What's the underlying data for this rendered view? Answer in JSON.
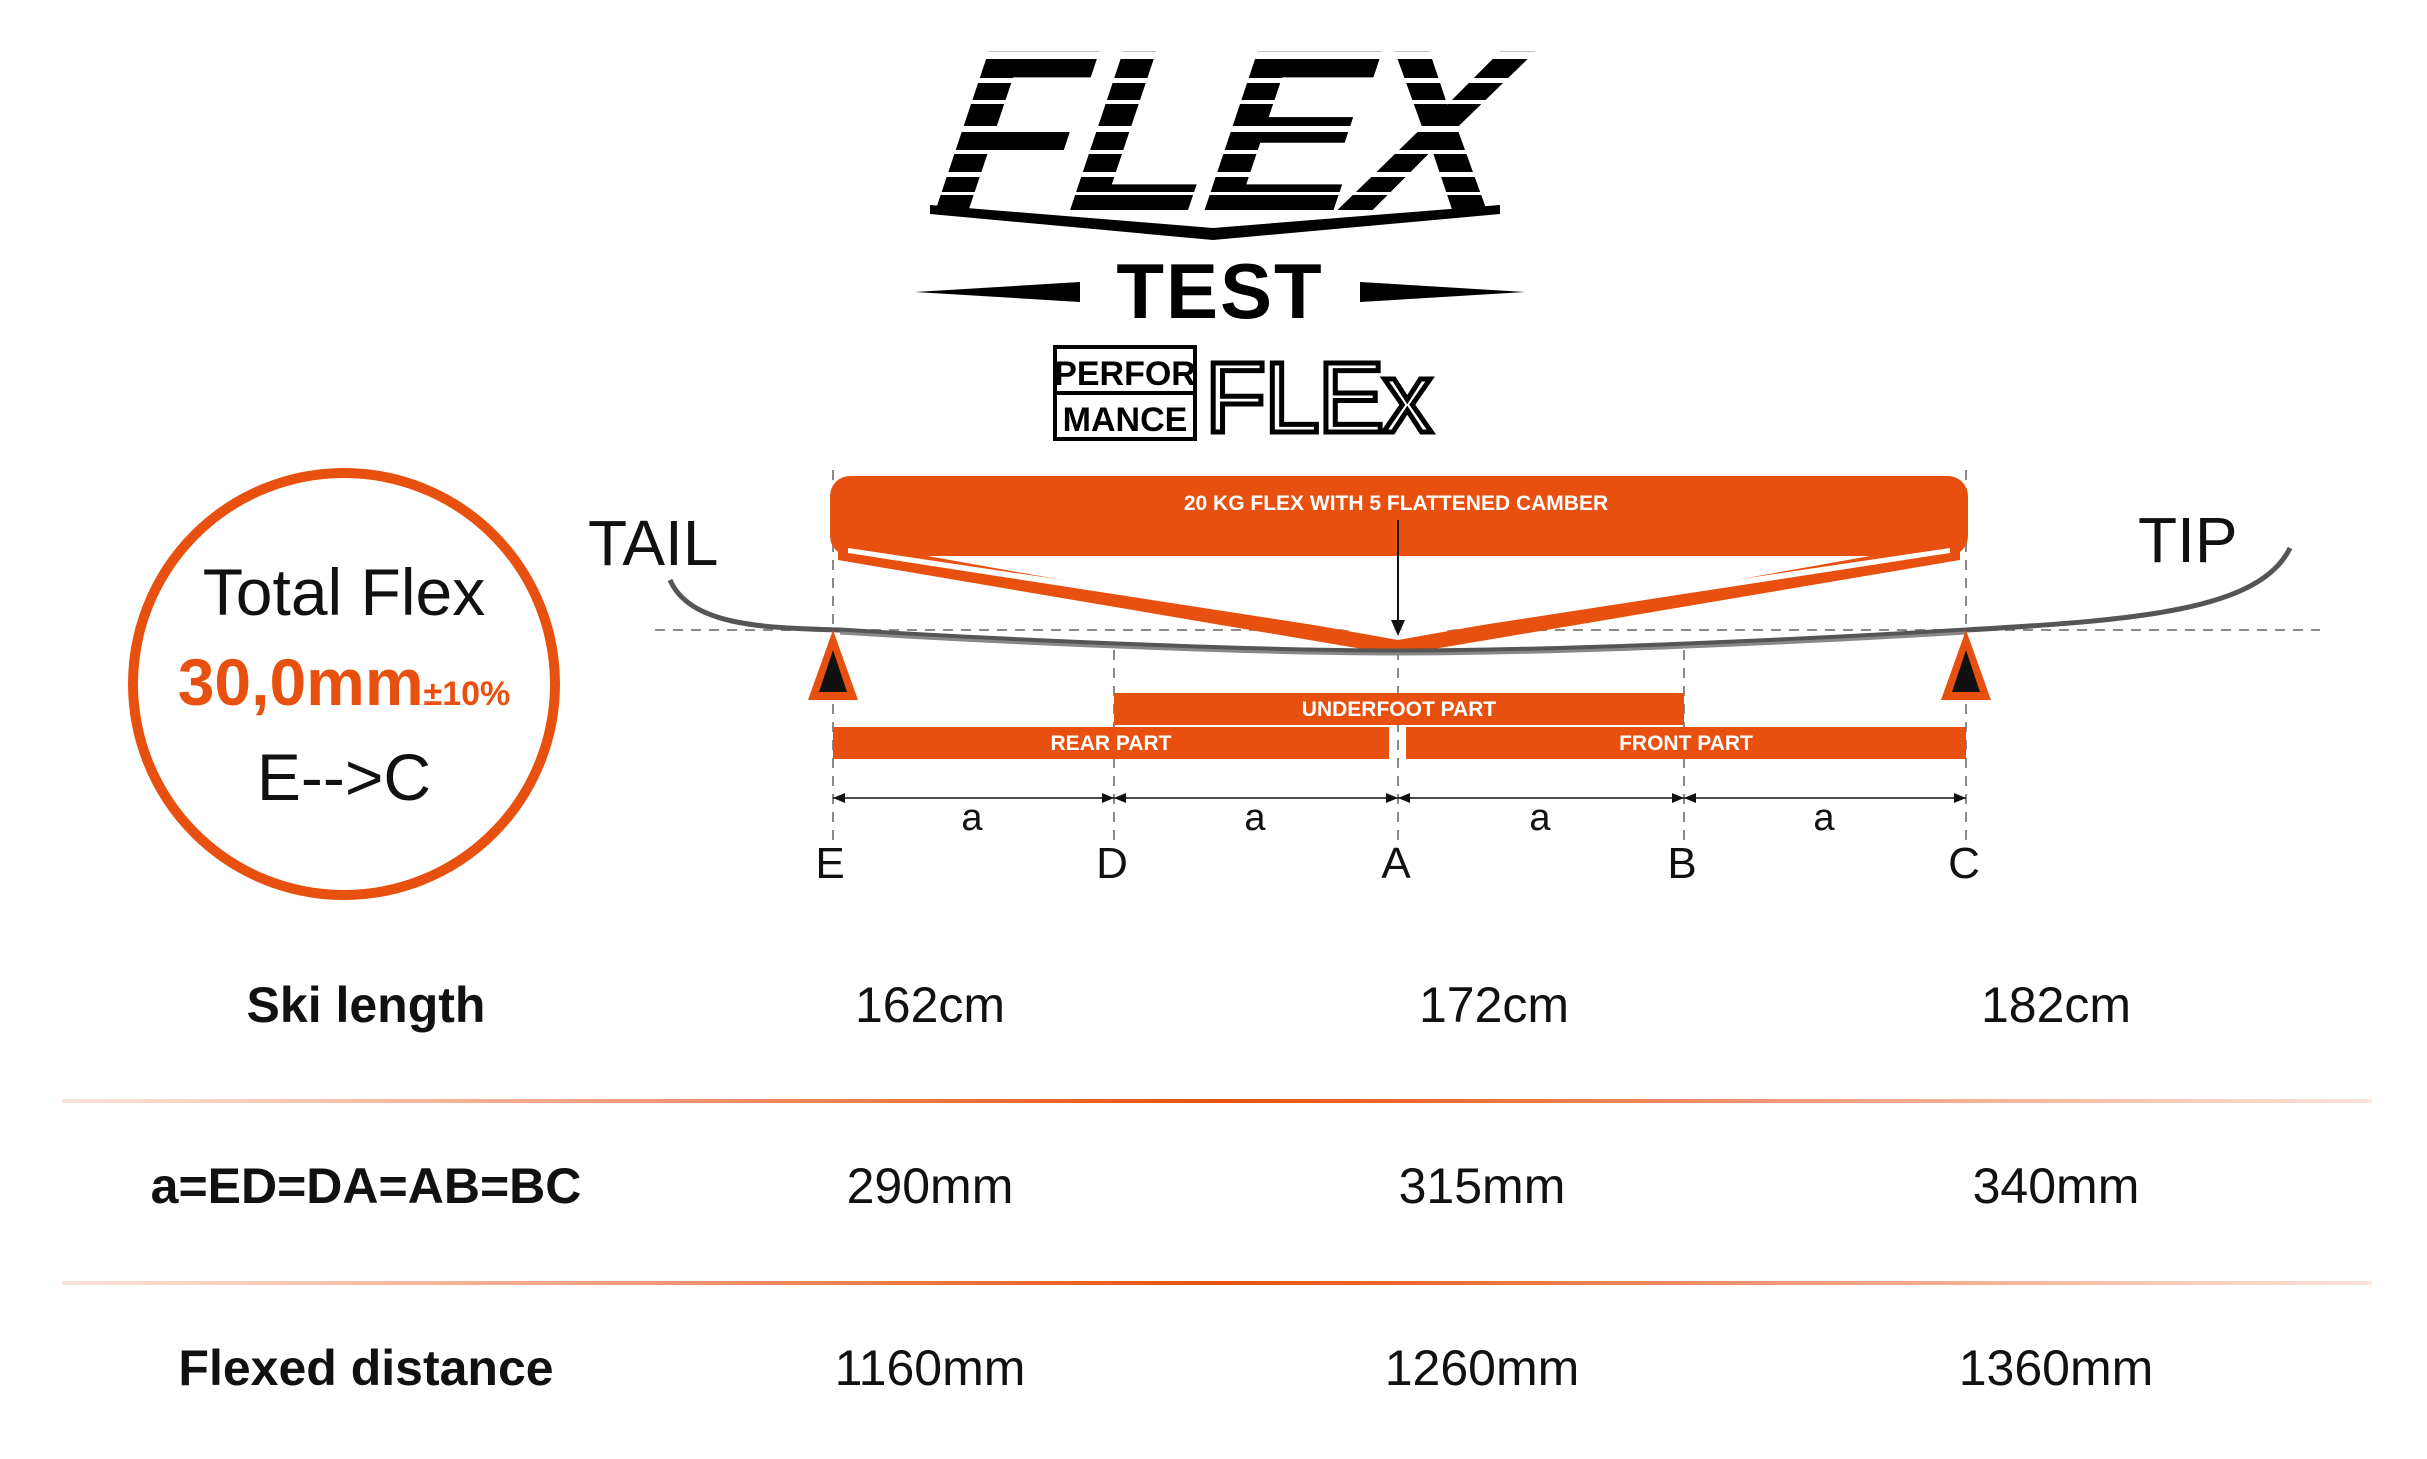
{
  "logo": {
    "word": "FLEX",
    "test": "TEST",
    "brand_top": "PERFOR",
    "brand_bottom": "MANCE",
    "brand_word": "FLEx"
  },
  "badge": {
    "title": "Total Flex",
    "value": "30,0mm",
    "tolerance": "±10%",
    "direction": "E-->C"
  },
  "diagram": {
    "tail_label": "TAIL",
    "tip_label": "TIP",
    "load_label": "20 KG FLEX WITH 5 FLATTENED CAMBER",
    "underfoot_label": "UNDERFOOT PART",
    "rear_label": "REAR PART",
    "front_label": "FRONT PART",
    "segment_label": "a",
    "points": [
      "E",
      "D",
      "A",
      "B",
      "C"
    ]
  },
  "table": {
    "rows": [
      {
        "label": "Ski length",
        "values": [
          "162cm",
          "172cm",
          "182cm"
        ]
      },
      {
        "label": "a=ED=DA=AB=BC",
        "values": [
          "290mm",
          "315mm",
          "340mm"
        ]
      },
      {
        "label": "Flexed distance",
        "values": [
          "1160mm",
          "1260mm",
          "1360mm"
        ]
      }
    ]
  },
  "colors": {
    "accent": "#e8500f",
    "ink": "#111111",
    "ski": "#555555",
    "guide": "#8a8a8a"
  }
}
